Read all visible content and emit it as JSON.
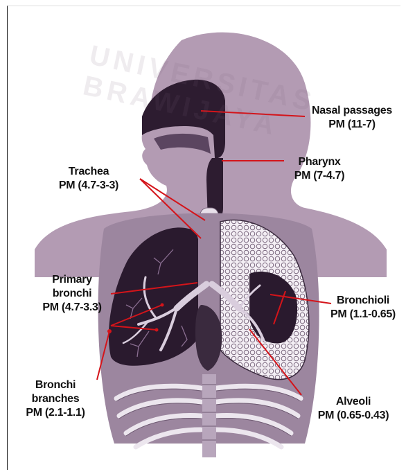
{
  "watermark": "UNIVERSITAS BRAWIJAYA",
  "colors": {
    "body": "#b49cb4",
    "lung_dark": "#2a1a2e",
    "line": "#d4141a",
    "ribs": "#ece6ee"
  },
  "labels": {
    "nasal": {
      "name": "Nasal passages",
      "pm": "PM (11-7)"
    },
    "pharynx": {
      "name": "Pharynx",
      "pm": "PM (7-4.7)"
    },
    "trachea": {
      "name": "Trachea",
      "pm": "PM (4.7-3-3)"
    },
    "primary": {
      "name1": "Primary",
      "name2": "bronchi",
      "pm": "PM (4.7-3.3)"
    },
    "bronchioli": {
      "name": "Bronchioli",
      "pm": "PM (1.1-0.65)"
    },
    "branches": {
      "name1": "Bronchi",
      "name2": "branches",
      "pm": "PM (2.1-1.1)"
    },
    "alveoli": {
      "name": "Alveoli",
      "pm": "PM (0.65-0.43)"
    }
  }
}
